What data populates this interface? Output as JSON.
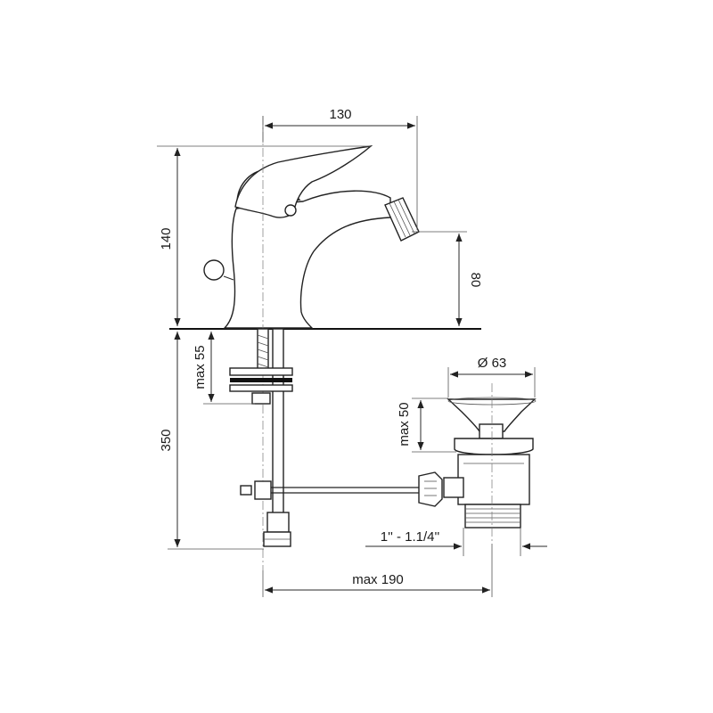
{
  "dimensions": {
    "spout_reach": "130",
    "faucet_height": "140",
    "spout_height": "80",
    "max_deck_thickness": "max 55",
    "supply_length": "350",
    "drain_diameter": "Ø 63",
    "drain_max": "max 50",
    "drain_thread": "1'' - 1.1/4''",
    "max_reach": "max 190"
  }
}
